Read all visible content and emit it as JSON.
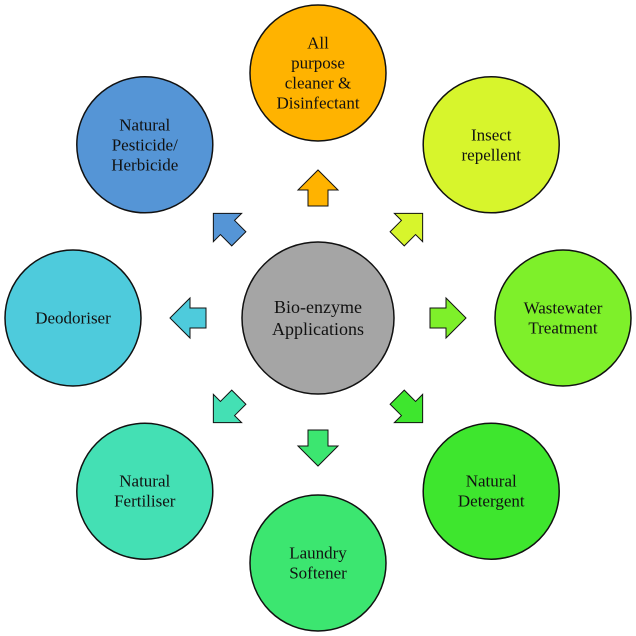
{
  "center": {
    "lines": [
      "Bio-enzyme",
      "Applications"
    ],
    "color": "#a5a5a5"
  },
  "nodes": [
    {
      "id": "all-purpose-cleaner",
      "lines": [
        "All",
        "purpose",
        "cleaner &",
        "Disinfectant"
      ],
      "color": "#ffb300",
      "arrow_color": "#ffb300"
    },
    {
      "id": "insect-repellent",
      "lines": [
        "Insect",
        "repellent"
      ],
      "color": "#d7f52c",
      "arrow_color": "#d7f52c"
    },
    {
      "id": "wastewater-treatment",
      "lines": [
        "Wastewater",
        "Treatment"
      ],
      "color": "#7ef02a",
      "arrow_color": "#7ef02a"
    },
    {
      "id": "natural-detergent",
      "lines": [
        "Natural",
        "Detergent"
      ],
      "color": "#3ee62e",
      "arrow_color": "#3ee62e"
    },
    {
      "id": "laundry-softener",
      "lines": [
        "Laundry",
        "Softener"
      ],
      "color": "#3ce670",
      "arrow_color": "#3ce670"
    },
    {
      "id": "natural-fertiliser",
      "lines": [
        "Natural",
        "Fertiliser"
      ],
      "color": "#44e0b4",
      "arrow_color": "#44e0b4"
    },
    {
      "id": "deodoriser",
      "lines": [
        "Deodoriser"
      ],
      "color": "#4ecbdc",
      "arrow_color": "#4ecbdc"
    },
    {
      "id": "natural-pesticide",
      "lines": [
        "Natural",
        "Pesticide/",
        "Herbicide"
      ],
      "color": "#5595d6",
      "arrow_color": "#5595d6"
    }
  ],
  "stroke_color": "#111111"
}
